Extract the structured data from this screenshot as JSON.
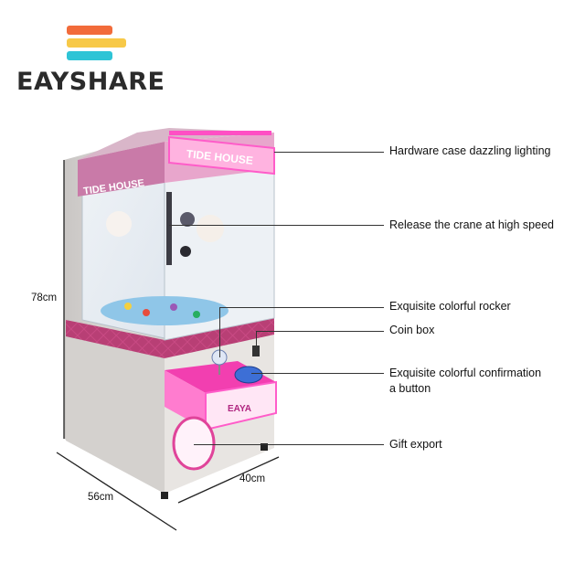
{
  "brand": {
    "logo_text": "EAYSHARE",
    "bar_colors": [
      "#f26b3a",
      "#f7c948",
      "#2ec4d6"
    ]
  },
  "machine": {
    "marquee_text": "TIDE HOUSE",
    "cabinet_text": "TIDE HOUSE",
    "panel_logo": "EAYA",
    "accent_color": "#e0449a"
  },
  "callouts": [
    {
      "label": "Hardware case dazzling lighting"
    },
    {
      "label": "Release the crane at high speed"
    },
    {
      "label": "Exquisite colorful rocker"
    },
    {
      "label": "Coin box"
    },
    {
      "label": "Exquisite colorful confirmation\na button"
    },
    {
      "label": "Gift export"
    }
  ],
  "dimensions": {
    "height": "78cm",
    "depth": "56cm",
    "width": "40cm"
  }
}
